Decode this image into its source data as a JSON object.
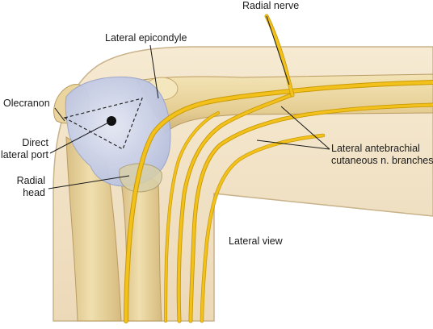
{
  "labels": {
    "radial_nerve": "Radial nerve",
    "lateral_epicondyle": "Lateral epicondyle",
    "olecranon": "Olecranon",
    "direct_lateral_port_line1": "Direct",
    "direct_lateral_port_line2": "lateral port",
    "radial_head_line1": "Radial",
    "radial_head_line2": "head",
    "lateral_antebrachial_line1": "Lateral antebrachial",
    "lateral_antebrachial_line2": "cutaneous n. branches",
    "view": "Lateral view"
  },
  "colors": {
    "skin": "#efe0c4",
    "bone": "#e8d49c",
    "bone_shadow": "#cdb27a",
    "capsule": "#c9cfe6",
    "nerve": "#f2c11c",
    "nerve_outline": "#c99a05",
    "leader": "#1a1a1a"
  }
}
